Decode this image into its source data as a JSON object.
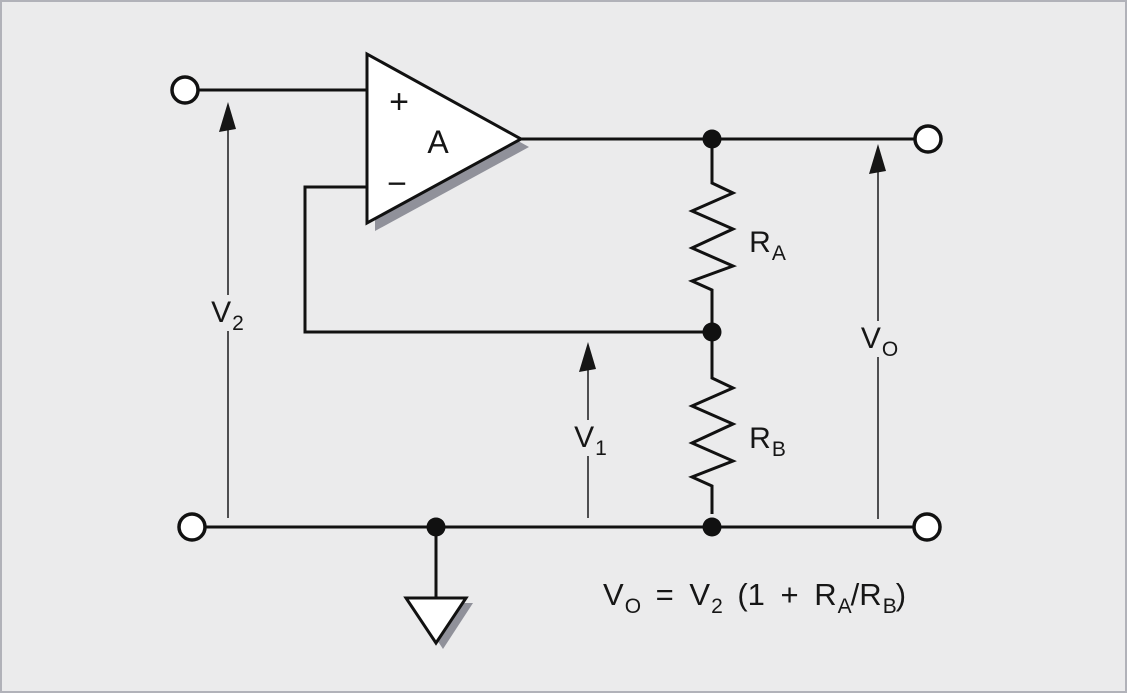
{
  "figure": {
    "title": "noninverting-opamp-amplifier-schematic",
    "background_color": "#ebebec",
    "border_color": "#b1b2b9",
    "wire_color": "#111111",
    "shadow_color": "#90919a",
    "arrow_color": "#3d3d3f"
  },
  "opamp": {
    "plus_sign": "+",
    "minus_sign": "−",
    "gain_label": "A"
  },
  "resistors": {
    "ra": {
      "main": "R",
      "sub": "A"
    },
    "rb": {
      "main": "R",
      "sub": "B"
    }
  },
  "voltages": {
    "v2": {
      "main": "V",
      "sub": "2"
    },
    "v1": {
      "main": "V",
      "sub": "1"
    },
    "vo": {
      "main": "V",
      "sub": "O"
    }
  },
  "equation": {
    "lhs_main": "V",
    "lhs_sub": "O",
    "equals": " = ",
    "rhs_v_main": "V",
    "rhs_v_sub": "2",
    "open_paren": " (1 + ",
    "ra_main": "R",
    "ra_sub": "A",
    "slash": "/",
    "rb_main": "R",
    "rb_sub": "B",
    "close_paren": ")"
  }
}
